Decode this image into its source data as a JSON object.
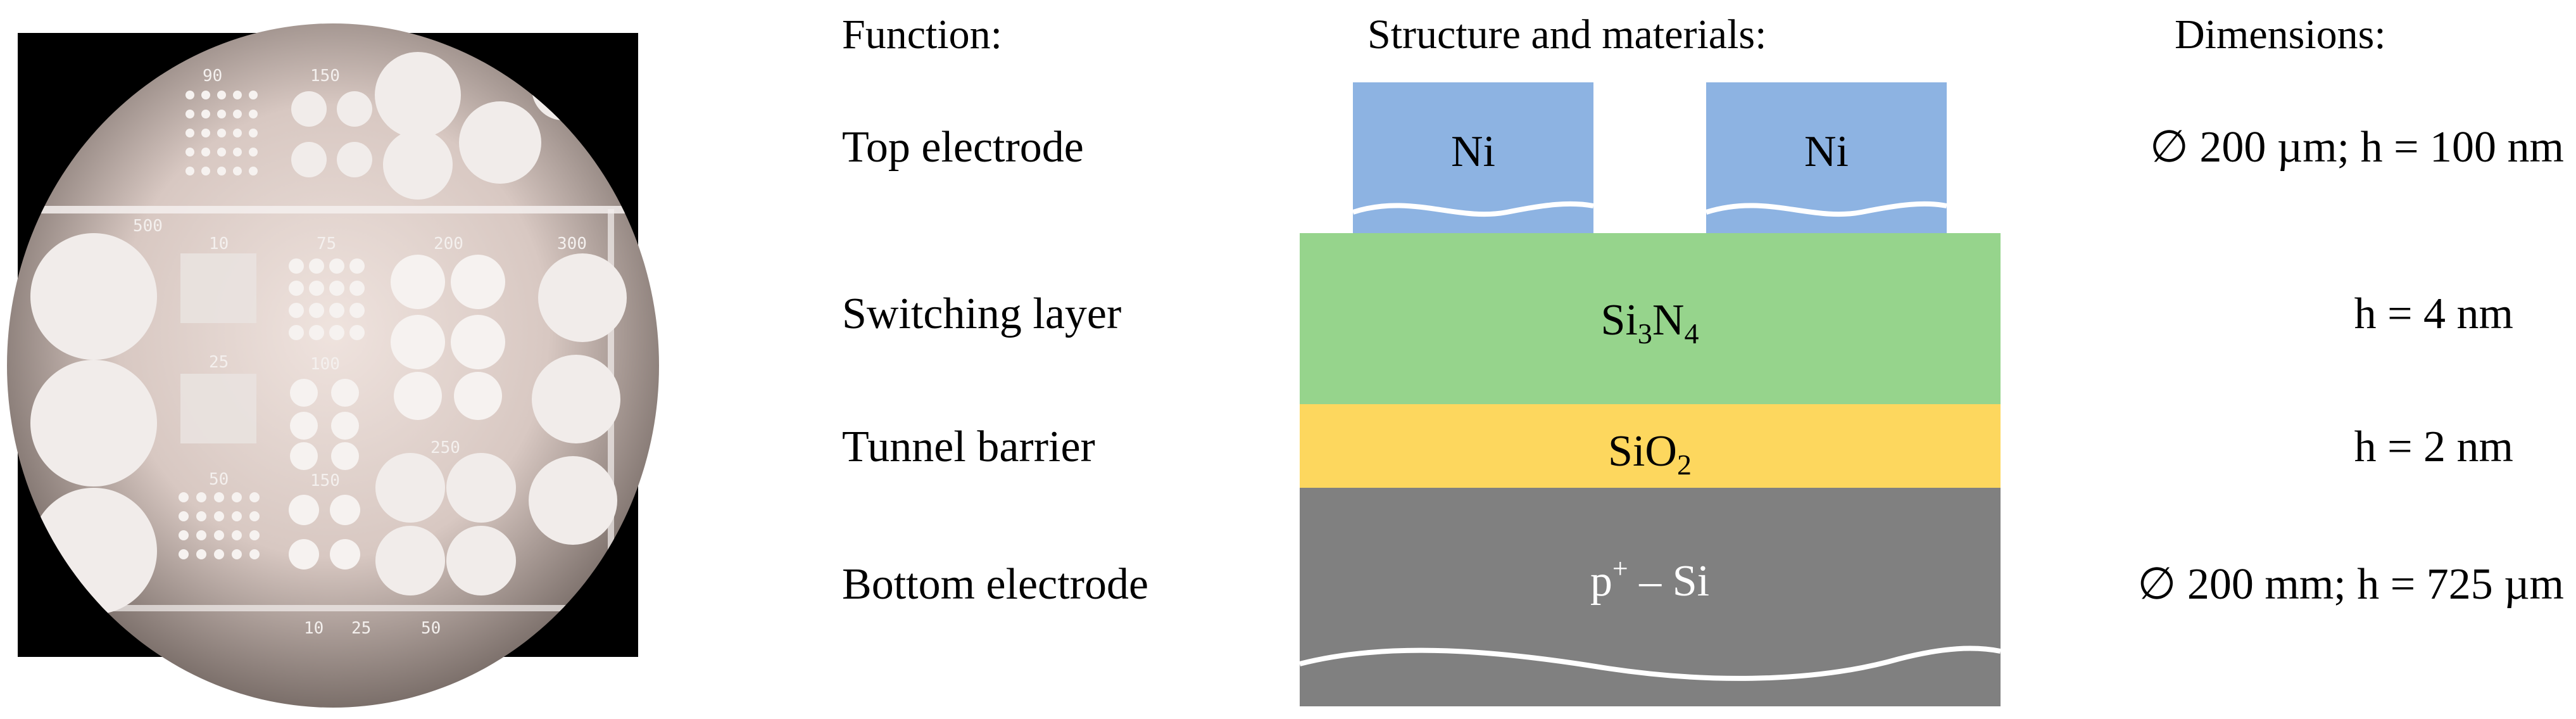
{
  "photo": {
    "labels": [
      "90",
      "150",
      "500",
      "10",
      "75",
      "200",
      "300",
      "25",
      "100",
      "250",
      "50",
      "150",
      "10",
      "25",
      "50"
    ]
  },
  "headers": {
    "function": "Function:",
    "structure": "Structure and materials:",
    "dimensions": "Dimensions:"
  },
  "rows": [
    {
      "function": "Top electrode",
      "dimensions": "∅ 200 µm; h = 100 nm"
    },
    {
      "function": "Switching layer",
      "dimensions": "h = 4 nm"
    },
    {
      "function": "Tunnel barrier",
      "dimensions": "h = 2 nm"
    },
    {
      "function": "Bottom electrode",
      "dimensions": "∅ 200 mm; h = 725 µm"
    }
  ],
  "materials": {
    "top_left": "Ni",
    "top_right": "Ni",
    "switching": {
      "base1": "Si",
      "sub1": "3",
      "base2": "N",
      "sub2": "4"
    },
    "tunnel": {
      "base": "SiO",
      "sub": "2"
    },
    "bottom": {
      "base": "p",
      "sup": "+",
      "rest": " – Si"
    }
  },
  "colors": {
    "ni": "#8DB3E2",
    "switching": "#96D48C",
    "tunnel": "#FDD75E",
    "bottom": "#808080",
    "photo_background": "#000000"
  }
}
